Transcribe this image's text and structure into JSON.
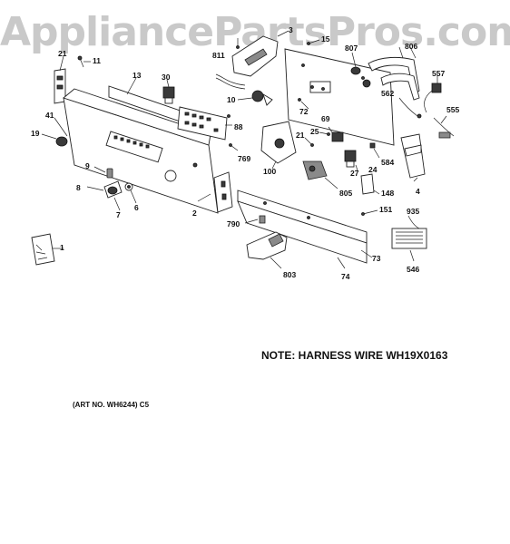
{
  "watermark": "AppliancePartsPros.com",
  "note": "NOTE: HARNESS WIRE WH19X0163",
  "art_number": "(ART NO. WH6244) C5",
  "callouts": {
    "p1": "1",
    "p2": "2",
    "p3": "3",
    "p4": "4",
    "p6": "6",
    "p7": "7",
    "p8": "8",
    "p9": "9",
    "p10": "10",
    "p11": "11",
    "p13": "13",
    "p15": "15",
    "p19": "19",
    "p21a": "21",
    "p21b": "21",
    "p24": "24",
    "p25": "25",
    "p27": "27",
    "p30": "30",
    "p41": "41",
    "p69": "69",
    "p72": "72",
    "p73": "73",
    "p74": "74",
    "p88": "88",
    "p100": "100",
    "p148": "148",
    "p151": "151",
    "p546": "546",
    "p555": "555",
    "p557": "557",
    "p562": "562",
    "p584": "584",
    "p769": "769",
    "p790": "790",
    "p803": "803",
    "p805": "805",
    "p806": "806",
    "p807": "807",
    "p811": "811",
    "p935": "935"
  }
}
